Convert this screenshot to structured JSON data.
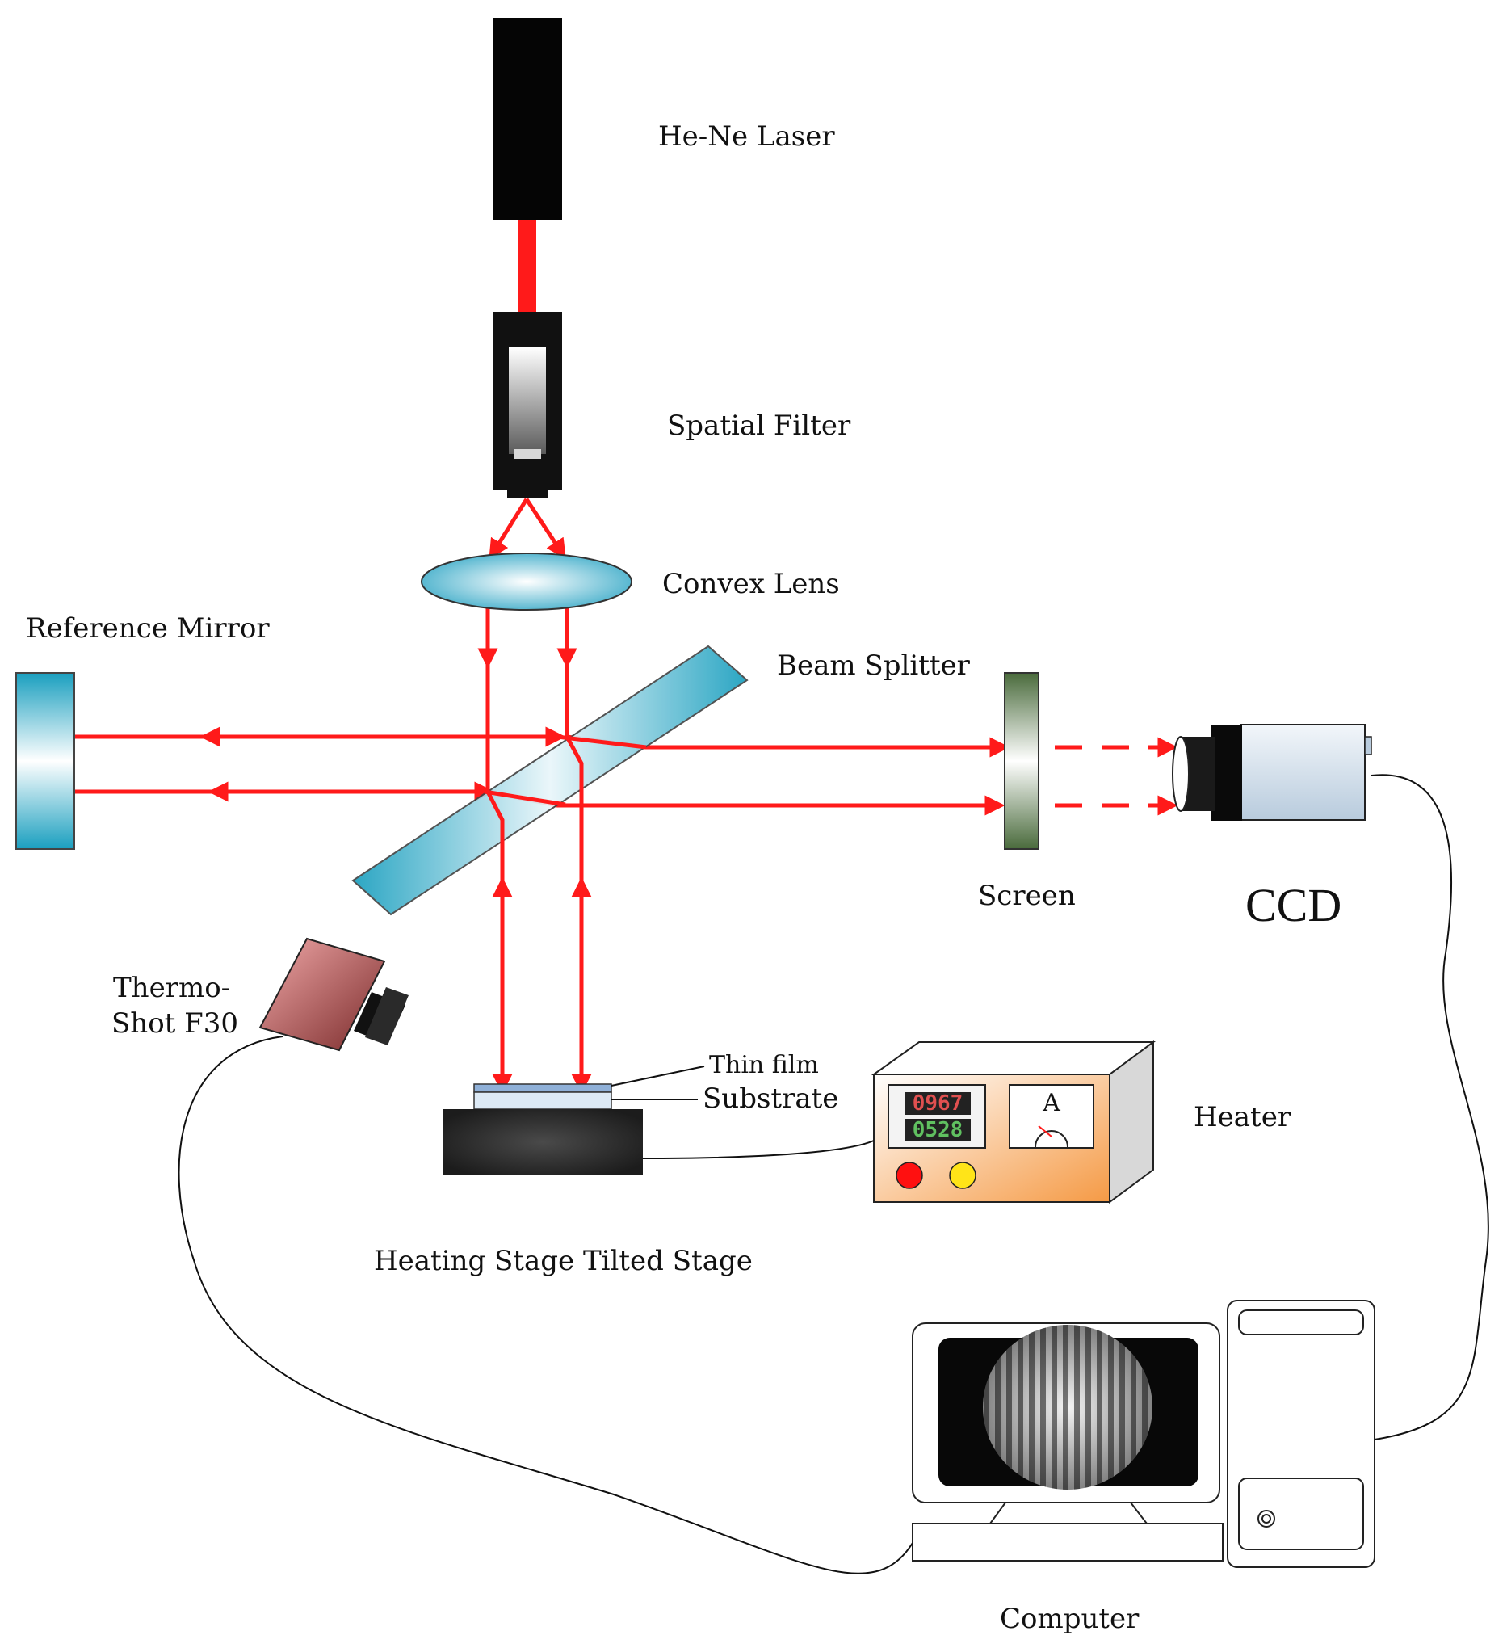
{
  "labels": {
    "laser": "He-Ne Laser",
    "spatial_filter": "Spatial Filter",
    "convex_lens": "Convex Lens",
    "reference_mirror": "Reference Mirror",
    "beam_splitter": "Beam Splitter",
    "screen": "Screen",
    "ccd": "CCD",
    "thermo_line1": "Thermo-",
    "thermo_line2": "Shot F30",
    "thin_film": "Thin film",
    "substrate": "Substrate",
    "heater": "Heater",
    "stages": "Heating Stage Tilted Stage",
    "computer": "Computer"
  },
  "heater_panel": {
    "display_top": "0967",
    "display_bottom": "0528",
    "meter_unit": "A"
  },
  "colors": {
    "beam": "#ff1a1a",
    "optic_blue": "#1a9fbf",
    "heater_orange": "#f59a45",
    "camera_red": "#b04848",
    "screen_green": "#4a6b3c"
  }
}
